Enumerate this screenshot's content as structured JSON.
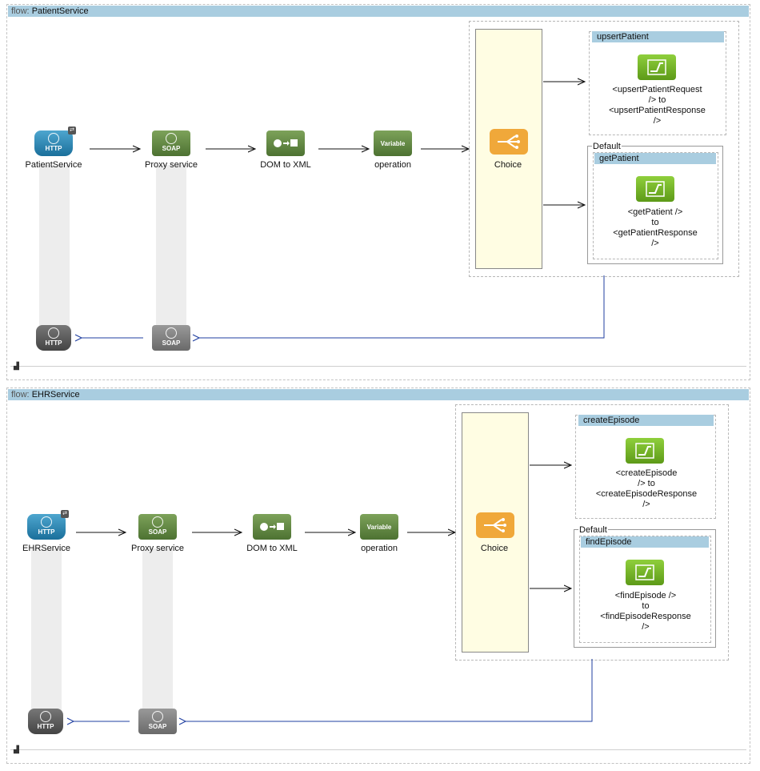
{
  "flows": [
    {
      "keyword": "flow:",
      "name": "PatientService",
      "nodes": {
        "endpoint": {
          "label": "PatientService",
          "icon": "http-icon",
          "text": "HTTP"
        },
        "proxy": {
          "label": "Proxy service",
          "icon": "soap-icon",
          "text": "SOAP"
        },
        "dom": {
          "label": "DOM to XML",
          "icon": "dom-to-xml-icon"
        },
        "variable": {
          "label": "operation",
          "icon": "variable-icon",
          "text": "Variable"
        },
        "choice": {
          "label": "Choice",
          "icon": "choice-icon"
        },
        "return_http": {
          "text": "HTTP"
        },
        "return_soap": {
          "text": "SOAP"
        }
      },
      "routes": [
        {
          "title": "upsertPatient",
          "lines": [
            "<upsertPatientRequest",
            "/> to",
            "<upsertPatientResponse",
            "/>"
          ]
        },
        {
          "title": "getPatient",
          "default_label": "Default",
          "lines": [
            "<getPatient />",
            "to",
            "<getPatientResponse",
            "/>"
          ]
        }
      ]
    },
    {
      "keyword": "flow:",
      "name": "EHRService",
      "nodes": {
        "endpoint": {
          "label": "EHRService",
          "icon": "http-icon",
          "text": "HTTP"
        },
        "proxy": {
          "label": "Proxy service",
          "icon": "soap-icon",
          "text": "SOAP"
        },
        "dom": {
          "label": "DOM to XML",
          "icon": "dom-to-xml-icon"
        },
        "variable": {
          "label": "operation",
          "icon": "variable-icon",
          "text": "Variable"
        },
        "choice": {
          "label": "Choice",
          "icon": "choice-icon"
        },
        "return_http": {
          "text": "HTTP"
        },
        "return_soap": {
          "text": "SOAP"
        }
      },
      "routes": [
        {
          "title": "createEpisode",
          "lines": [
            "<createEpisode",
            "/> to",
            "<createEpisodeResponse",
            "/>"
          ]
        },
        {
          "title": "findEpisode",
          "default_label": "Default",
          "lines": [
            "<findEpisode />",
            "to",
            "<findEpisodeResponse",
            "/>"
          ]
        }
      ]
    }
  ],
  "colors": {
    "header": "#a9cde0",
    "choice_panel": "#fffde3",
    "return_arrow": "#1f3fa0",
    "forward_arrow": "#111111"
  }
}
